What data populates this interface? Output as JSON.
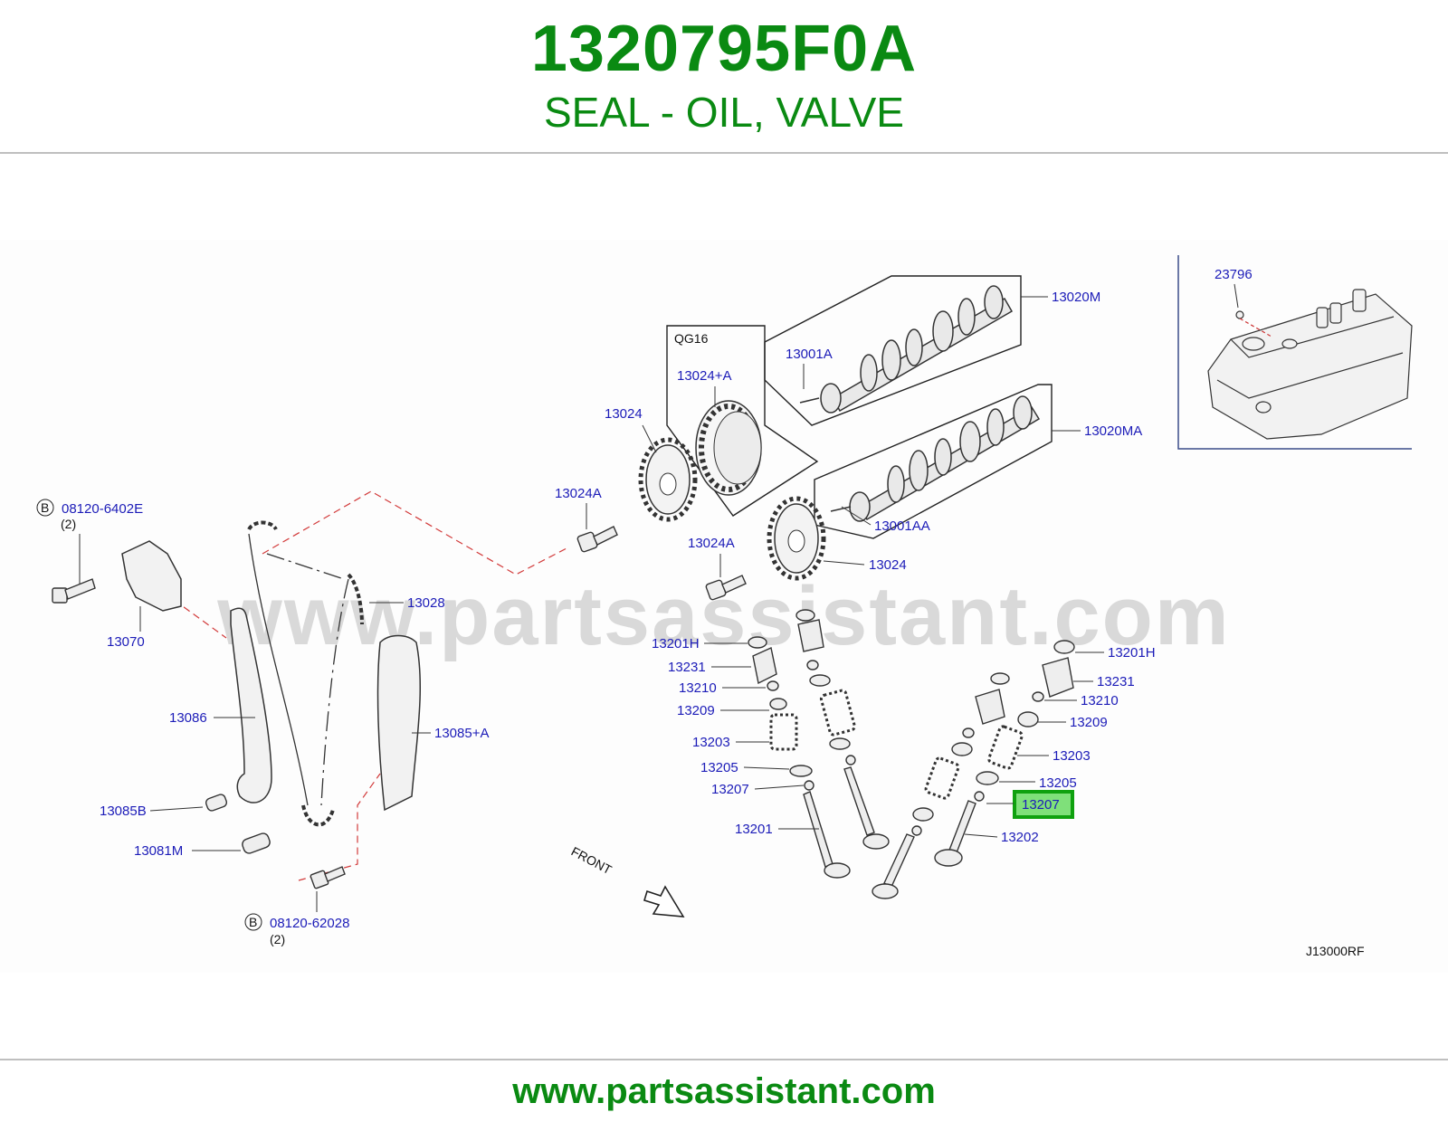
{
  "header": {
    "part_number": "1320795F0A",
    "description": "SEAL - OIL, VALVE"
  },
  "diagram": {
    "watermark": "www.partsassistant.com",
    "engine_variant": "QG16",
    "front_label": "FRONT",
    "diagram_code": "J13000RF",
    "highlighted_part": "13207",
    "labels": {
      "p13020M": "13020M",
      "p13001A": "13001A",
      "p13024pA": "13024+A",
      "p13024_top": "13024",
      "p13020MA": "13020MA",
      "p13001AA": "13001AA",
      "p13024A_1": "13024A",
      "p13024A_2": "13024A",
      "p13024_bot": "13024",
      "p23796": "23796",
      "p08120_6402E": "08120-6402E",
      "qty_1": "(2)",
      "p13070": "13070",
      "p13028": "13028",
      "p13086": "13086",
      "p13085pA": "13085+A",
      "p13085B": "13085B",
      "p13081M": "13081M",
      "p08120_62028": "08120-62028",
      "qty_2": "(2)",
      "l13201H": "13201H",
      "l13231": "13231",
      "l13210": "13210",
      "l13209": "13209",
      "l13203": "13203",
      "l13205": "13205",
      "l13207": "13207",
      "l13201": "13201",
      "r13201H": "13201H",
      "r13231": "13231",
      "r13210": "13210",
      "r13209": "13209",
      "r13203": "13203",
      "r13205": "13205",
      "r13202": "13202",
      "circle_b": "B"
    }
  },
  "footer": {
    "url": "www.partsassistant.com"
  },
  "colors": {
    "brand_green": "#0a8a12",
    "label_blue": "#1c1cb8",
    "highlight_fill": "#7fe07a",
    "leader_red": "#d23a3a"
  }
}
